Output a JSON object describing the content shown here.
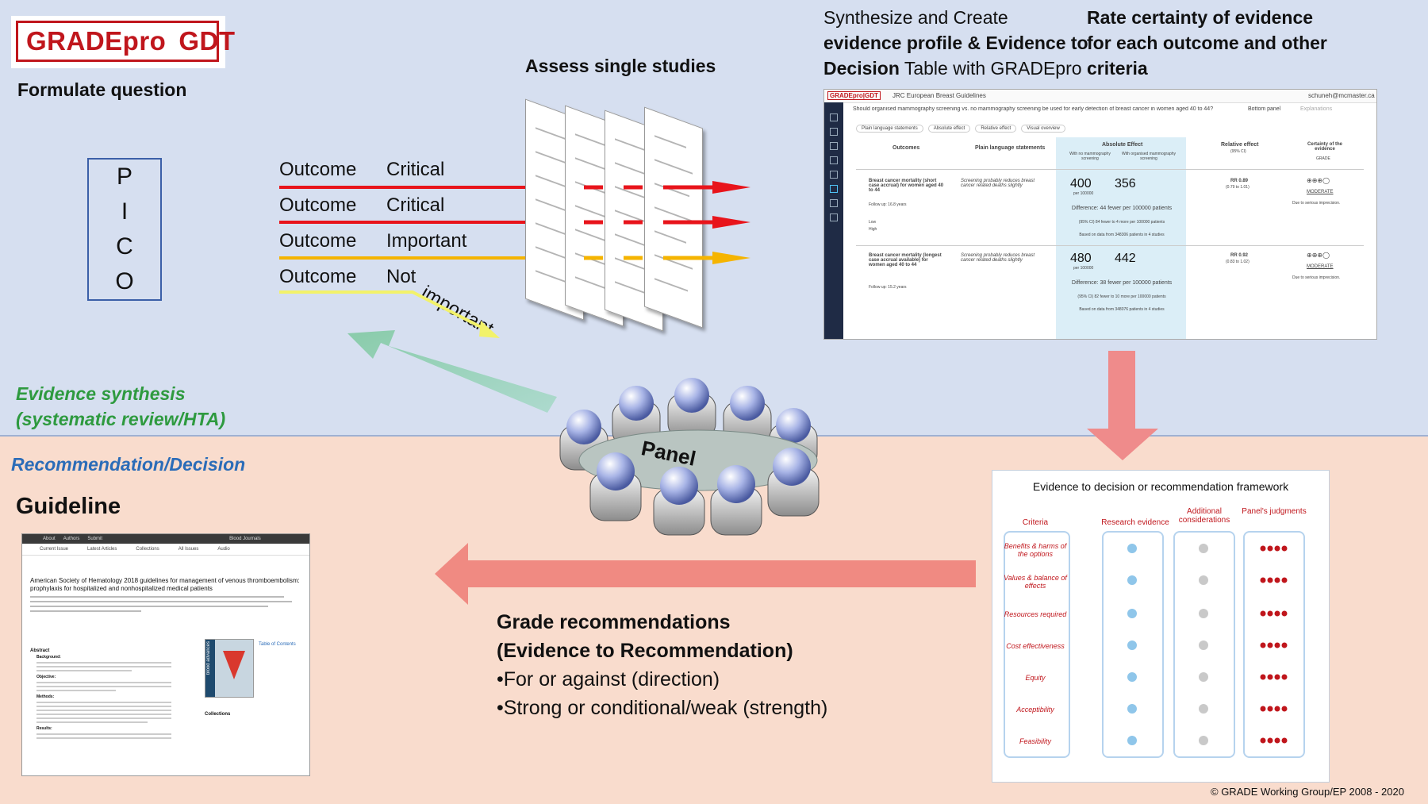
{
  "logo": {
    "part1": "GRADEpro",
    "part2": "GDT"
  },
  "formulate": "Formulate  question",
  "pico": [
    "P",
    "I",
    "C",
    "O"
  ],
  "outcomes": [
    {
      "label": "Outcome",
      "importance": "Critical",
      "color": "#e8141b"
    },
    {
      "label": "Outcome",
      "importance": "Critical",
      "color": "#e8141b"
    },
    {
      "label": "Outcome",
      "importance": "Important",
      "color": "#f5b400"
    },
    {
      "label": "Outcome",
      "importance": "Not",
      "importance2": "important",
      "color": "#f2f26a"
    }
  ],
  "assess": "Assess single studies",
  "synth": {
    "l1": "Synthesize and Create",
    "l2": "evidence profile & Evidence to",
    "l3a": "Decision",
    "l3b": " Table with GRADEpro"
  },
  "rate": {
    "l1": "Rate certainty of evidence",
    "l2": "for each outcome and other",
    "l3": "criteria"
  },
  "screenshot": {
    "header": "JRC European Breast Guidelines",
    "user": "schuneh@mcmaster.ca",
    "question": "Should organised mammography screening vs. no mammography screening be used for early detection of breast cancer in women aged 40 to 44?",
    "bottom_panel": "Bottom panel",
    "explanations": "Explanations",
    "toggles": [
      "Plain language statements",
      "Absolute effect",
      "Relative effect",
      "Visual overview"
    ],
    "columns": [
      "Outcomes",
      "Plain language statements",
      "Absolute Effect",
      "Relative effect",
      "Certainty of the evidence"
    ],
    "subcols": [
      "With no mammography screening",
      "With organised mammography screening"
    ],
    "rel_sub": "(95% CI)",
    "cert_sub": "GRADE",
    "rows": [
      {
        "outcome": "Breast cancer mortality (short case accrual) for women aged 40 to 44",
        "follow": "Follow up: 16.8 years",
        "plain": "Screening probably reduces breast cancer related deaths slightly",
        "a": "400",
        "b": "356",
        "per": "per 100000",
        "diff": "Difference: 44 fewer per 100000 patients",
        "diff2": "(95% CI) 84 fewer to 4 more per 100000 patients",
        "based": "Based on data from 348306 patients in 4 studies",
        "rel": "RR 0.89",
        "rel_ci": "(0.79 to 1.01)",
        "cert": "MODERATE",
        "note": "Due to serious imprecision."
      },
      {
        "outcome": "Breast cancer mortality (longest case accrual available) for women aged 40 to 44",
        "follow": "Follow up: 15.2 years",
        "plain": "Screening probably reduces breast cancer related deaths slightly",
        "a": "480",
        "b": "442",
        "per": "per 100000",
        "diff": "Difference: 38 fewer per 100000 patients",
        "diff2": "(95% CI) 82 fewer to 10 more per 100000 patients",
        "based": "Based on data from 348076 patients in 4 studies",
        "rel": "RR 0.92",
        "rel_ci": "(0.83 to 1.02)",
        "cert": "MODERATE",
        "note": "Due to serious imprecision."
      }
    ],
    "radio": [
      "Low",
      "High"
    ]
  },
  "evidence_synthesis": {
    "l1": "Evidence synthesis",
    "l2": "(systematic review/HTA)"
  },
  "panel": "Panel",
  "recommendation": "Recommendation/Decision",
  "guideline": "Guideline",
  "etd": {
    "title": "Evidence to decision or recommendation framework",
    "headers": [
      "Criteria",
      "Research evidence",
      "Additional considerations",
      "Panel's judgments"
    ],
    "criteria": [
      "Benefits & harms of the options",
      "Values & balance of effects",
      "Resources required",
      "Cost effectiveness",
      "Equity",
      "Acceptibility",
      "Feasibility"
    ]
  },
  "grade": {
    "l1": "Grade recommendations",
    "l2": "(Evidence to Recommendation)",
    "b1": "•For or against (direction)",
    "b2": "•Strong or conditional/weak (strength)"
  },
  "paper": {
    "nav": [
      "About",
      "Authors",
      "Submit"
    ],
    "journal_menu": "Blood Journals",
    "tabs": [
      "Current Issue",
      "Latest Articles",
      "Collections",
      "All Issues",
      "Audio"
    ],
    "title": "American Society of Hematology 2018 guidelines for management of venous thromboembolism: prophylaxis for hospitalized and nonhospitalized medical patients",
    "journal": "blood advances",
    "toc": "Table of Contents",
    "abstract": "Abstract",
    "sections": [
      "Background:",
      "Objective:",
      "Methods:",
      "Results:"
    ],
    "collections": "Collections"
  },
  "copyright": "© GRADE Working Group/EP 2008 - 2020"
}
